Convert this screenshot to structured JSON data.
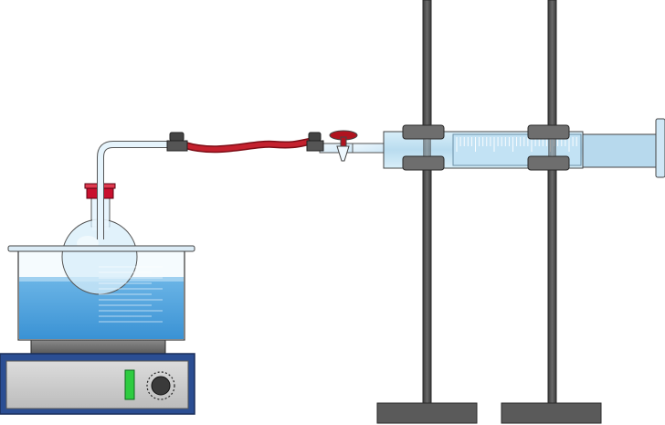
{
  "scene": {
    "components": [
      "hot-plate",
      "water-bath",
      "round-bottom-flask",
      "stopper",
      "delivery-tube",
      "pinch-clamp",
      "rubber-tubing",
      "three-way-stopcock",
      "gas-syringe",
      "retort-stand"
    ],
    "icons": {
      "power-indicator": "green-light",
      "control-knob": "dial-icon"
    },
    "colors": {
      "water": "#4fa3dd",
      "water_light": "#bfe1f5",
      "tubing": "#b0131f",
      "stopper": "#c8102e",
      "hotplate_frame": "#2b4e93",
      "hotplate_panel": "#d0d0d0",
      "indicator": "#2ecc40",
      "stand": "#4a4a4a",
      "clamp": "#6e6e6e",
      "glass": "#dff0fa",
      "syringe": "#c6e2f2"
    }
  }
}
